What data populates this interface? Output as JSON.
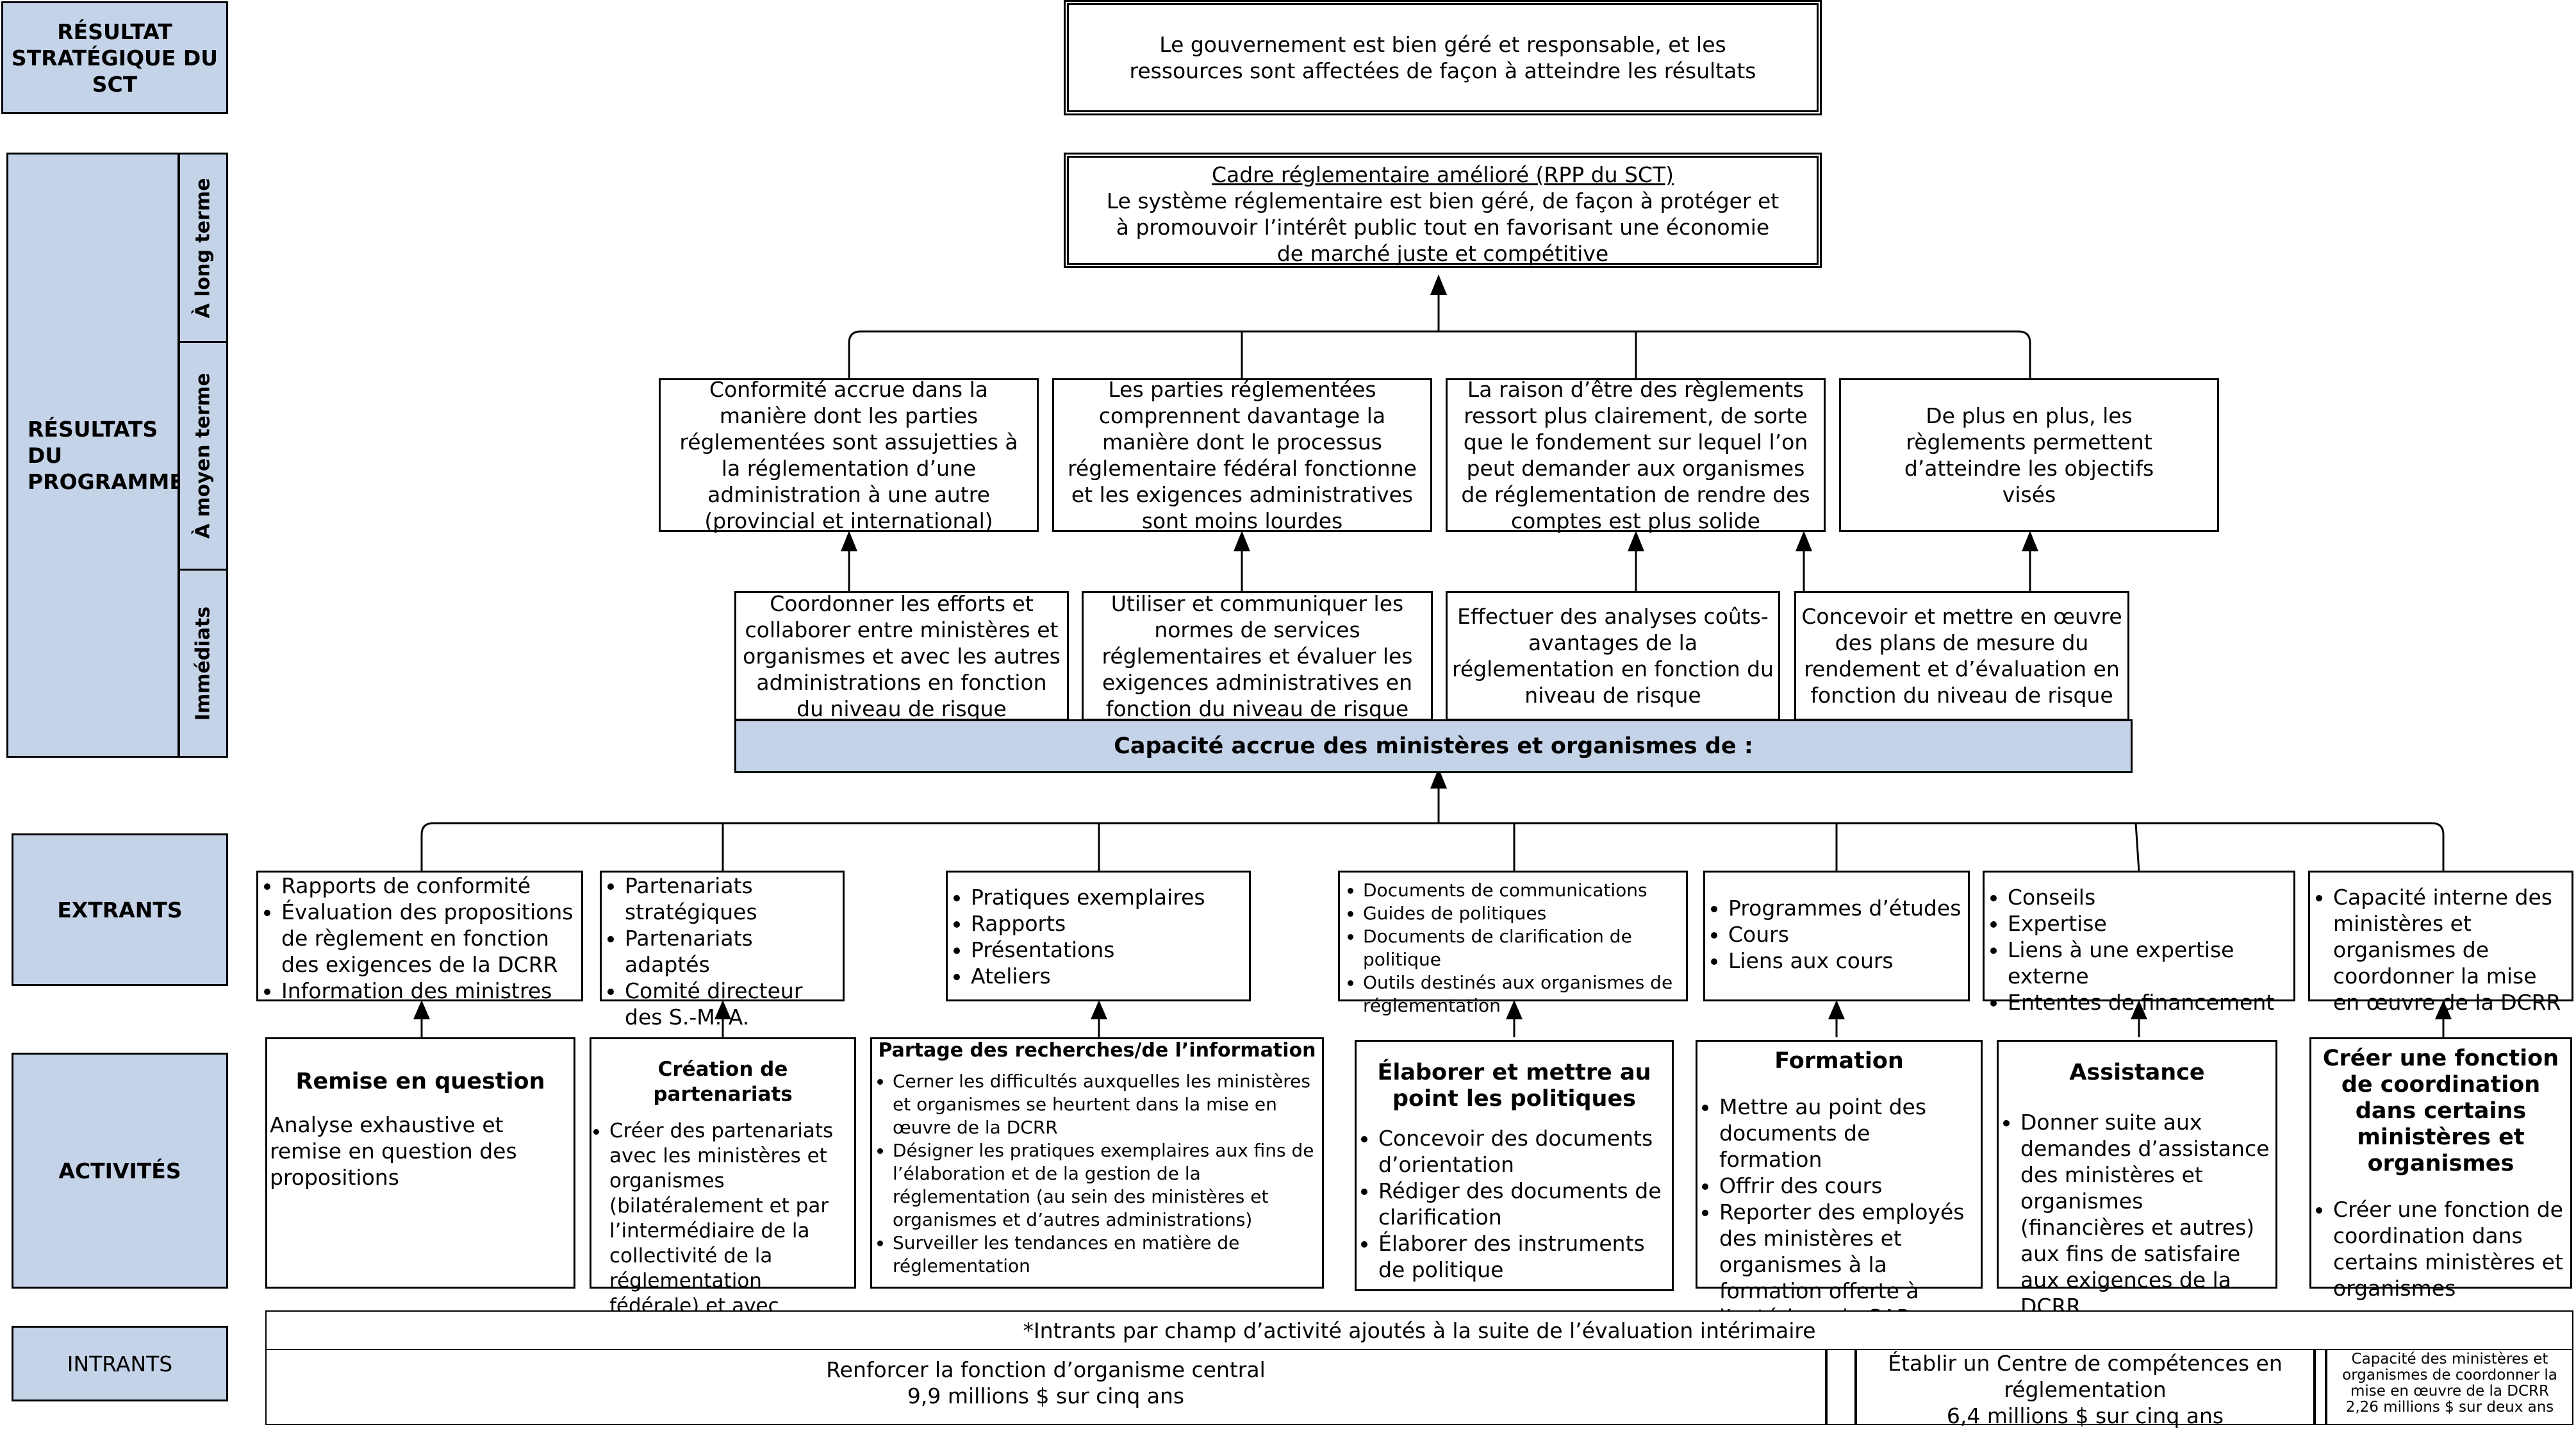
{
  "rows": {
    "strategic": "RÉSULTAT STRATÉGIQUE DU SCT",
    "program": "RÉSULTATS DU PROGRAMME",
    "long_term": "À long terme",
    "mid_term": "À moyen terme",
    "immediate": "Immédiats",
    "outputs": "EXTRANTS",
    "activities": "ACTIVITÉS",
    "inputs": "INTRANTS"
  },
  "strategic_outcome": "Le gouvernement est bien géré et responsable, et les ressources sont affectées de façon à atteindre les résultats",
  "long_term": {
    "title": "Cadre réglementaire amélioré (RPP du SCT)",
    "text": "Le système réglementaire est bien géré, de façon à protéger et à promouvoir l’intérêt public tout en favorisant une économie de marché juste et compétitive"
  },
  "mid_term": [
    "Conformité accrue dans la manière dont les parties réglementées sont assujetties à la réglementation d’une administration à une autre (provincial et international)",
    "Les parties réglementées comprennent davantage la manière dont le processus réglementaire fédéral fonctionne et les exigences administratives sont moins lourdes",
    "La raison d’être des règlements ressort plus clairement, de sorte que le fondement sur lequel l’on peut demander aux organismes de réglementation de rendre des comptes est plus solide",
    "De plus en plus, les règlements permettent d’atteindre les objectifs visés"
  ],
  "immediate": [
    "Coordonner les efforts et collaborer entre ministères et organismes et avec les autres administrations en fonction du niveau de risque",
    "Utiliser et communiquer les normes de services réglementaires et évaluer les exigences administratives en fonction du niveau de risque",
    "Effectuer des analyses coûts-avantages de la réglementation en fonction du niveau de risque",
    "Concevoir et mettre en œuvre des plans de mesure du rendement et d’évaluation en fonction du niveau de risque"
  ],
  "capacity_bar": "Capacité accrue des ministères et organismes de :",
  "outputs": [
    [
      "Rapports de conformité",
      "Évaluation des propositions de règlement en fonction des exigences de la DCRR",
      "Information des ministres"
    ],
    [
      "Partenariats stratégiques",
      "Partenariats adaptés",
      "Comité directeur des S.-M. A."
    ],
    [
      "Pratiques exemplaires",
      "Rapports",
      "Présentations",
      "Ateliers"
    ],
    [
      "Documents de communications",
      "Guides de politiques",
      "Documents de clarification de politique",
      "Outils destinés aux organismes de réglementation"
    ],
    [
      "Programmes d’études",
      "Cours",
      "Liens aux cours"
    ],
    [
      "Conseils",
      "Expertise",
      "Liens à une expertise externe",
      "Ententes de financement"
    ],
    [
      "Capacité interne des ministères et organismes de coordonner la mise en œuvre de la DCRR"
    ]
  ],
  "activities": [
    {
      "title": "Remise en question",
      "text": "Analyse exhaustive et remise en question des propositions"
    },
    {
      "title": "Création de partenariats",
      "items": [
        "Créer des partenariats avec les ministères et organismes (bilatéralement et par l’intermédiaire de la collectivité de la réglementation fédérale) et avec d’autres administrations"
      ]
    },
    {
      "title": "Partage des recherches/de l’information",
      "items": [
        "Cerner les difficultés auxquelles les ministères et organismes se heurtent dans la mise en œuvre de la DCRR",
        "Désigner les pratiques exemplaires aux fins de l’élaboration et de la gestion de la réglementation (au sein des ministères et organismes et d’autres administrations)",
        "Surveiller les tendances en matière de réglementation"
      ]
    },
    {
      "title": "Élaborer et mettre au point les politiques",
      "items": [
        "Concevoir des documents d’orientation",
        "Rédiger des documents de clarification",
        "Élaborer des instruments de politique"
      ]
    },
    {
      "title": "Formation",
      "items": [
        "Mettre au point des documents de formation",
        "Offrir des cours",
        "Reporter des employés des ministères et organismes à la formation offerte à l’extérieur du SAR"
      ]
    },
    {
      "title": "Assistance",
      "items": [
        "Donner suite aux demandes d’assistance des ministères et organismes (financières et autres) aux fins de satisfaire aux exigences de la DCRR"
      ]
    },
    {
      "title": "Créer une fonction de coordination dans certains ministères et organismes",
      "items": [
        "Créer une fonction de coordination dans certains ministères et organismes"
      ]
    }
  ],
  "inputs": {
    "header": "*Intrants par champ d’activité ajoutés à la suite de l’évaluation intérimaire",
    "col1": {
      "text": "Renforcer la fonction d’organisme central",
      "amount": "9,9 millions $ sur cinq ans"
    },
    "col2": {
      "text": "Établir un Centre de compétences en réglementation",
      "amount": "6,4 millions $ sur cinq ans"
    },
    "col3": {
      "text": "Capacité des ministères et organismes de coordonner la mise en œuvre de la DCRR",
      "amount": "2,26 millions $ sur deux ans"
    }
  }
}
